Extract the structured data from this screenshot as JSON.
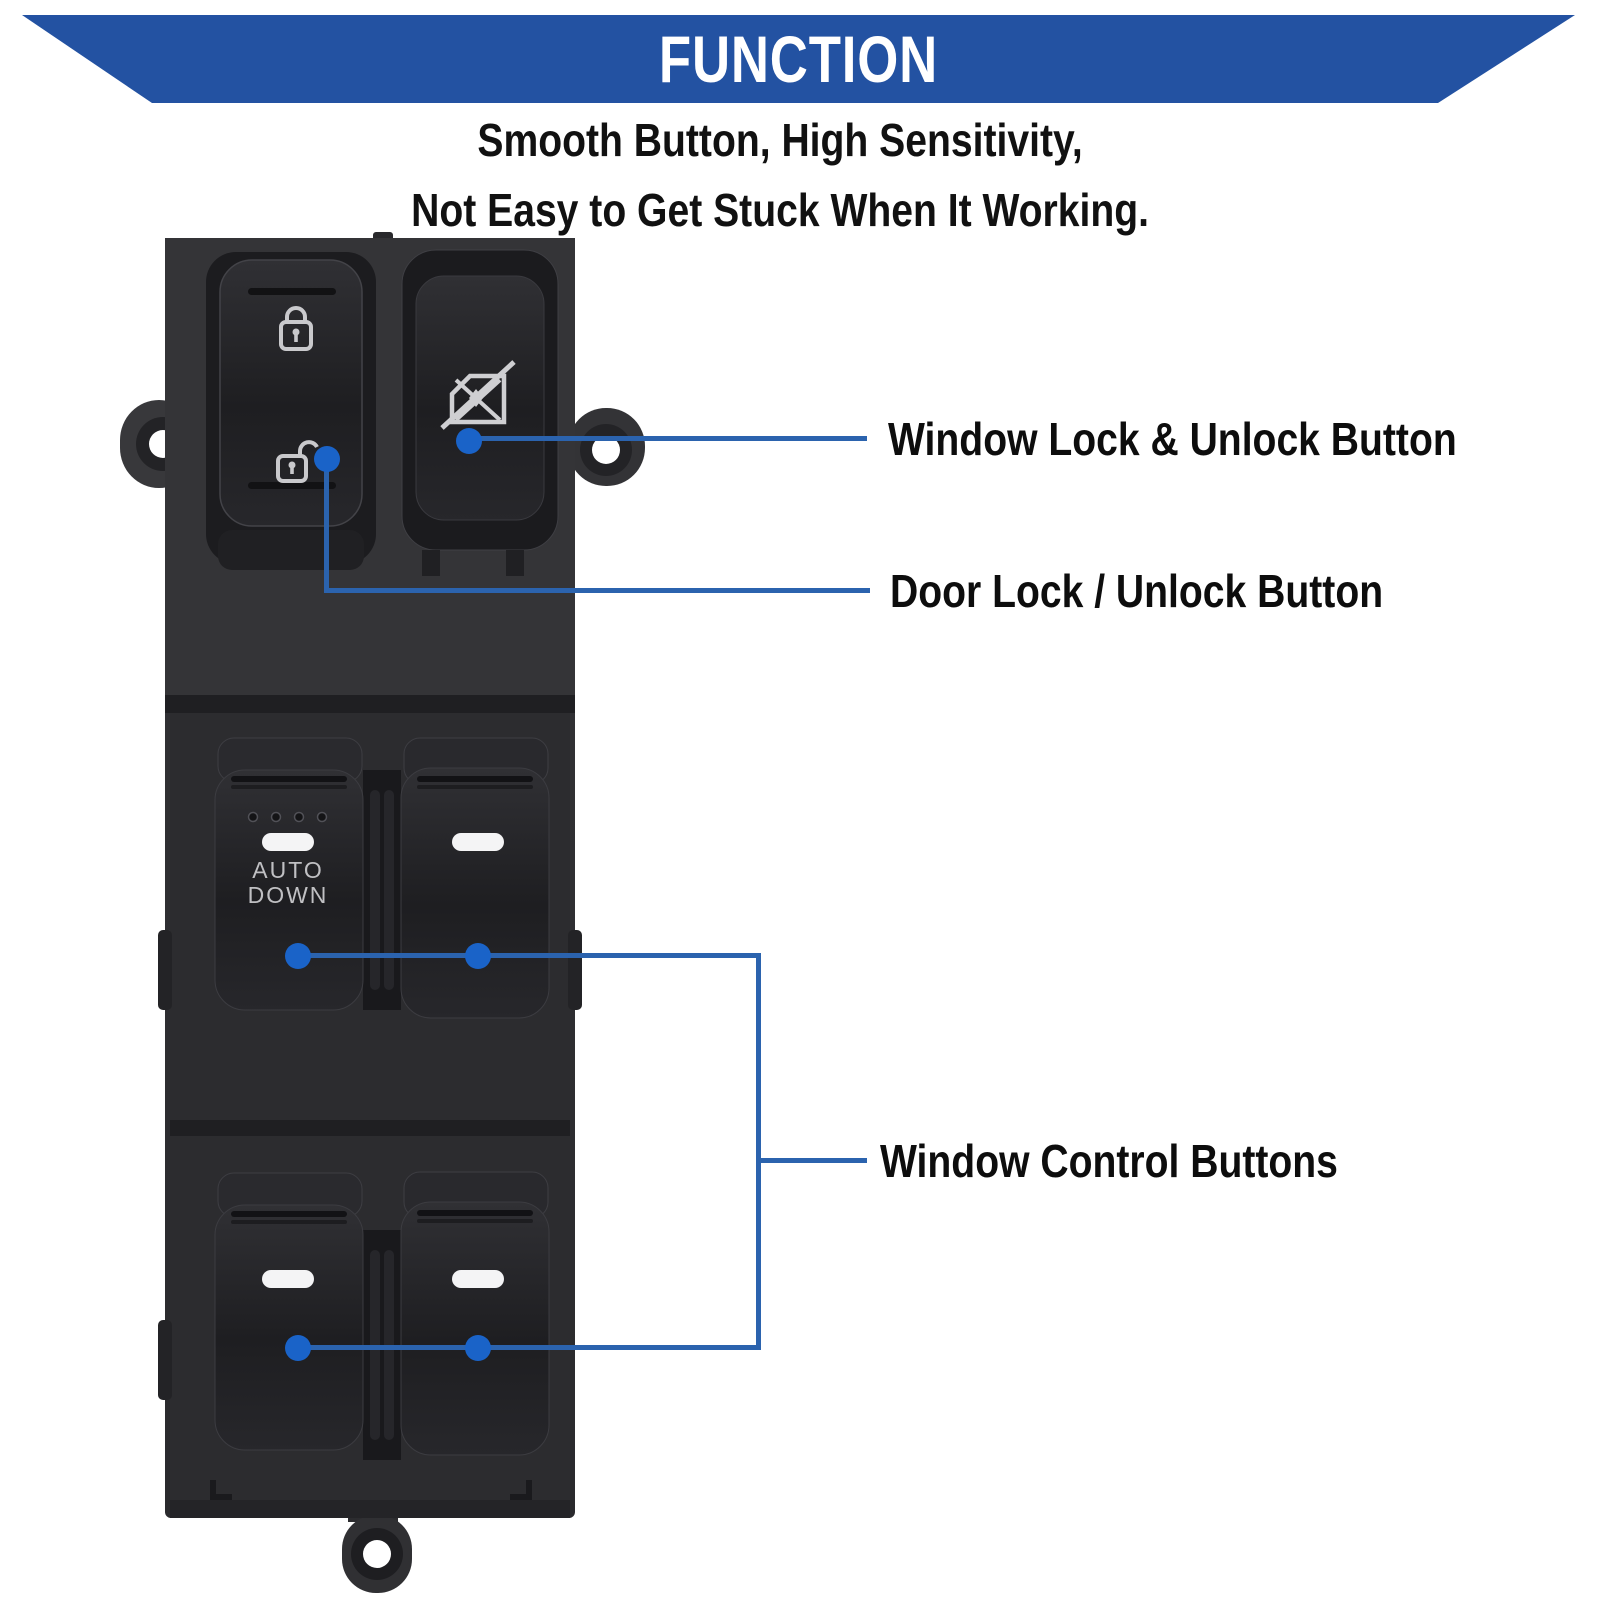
{
  "banner": {
    "title": "FUNCTION"
  },
  "subtitle": {
    "line1": "Smooth Button, High Sensitivity,",
    "line2": "Not Easy to Get Stuck When It Working."
  },
  "callouts": [
    {
      "id": "window-lock",
      "label": "Window Lock & Unlock Button"
    },
    {
      "id": "door-lock",
      "label": "Door Lock / Unlock Button"
    },
    {
      "id": "window-control",
      "label": "Window Control Buttons"
    }
  ],
  "product": {
    "auto_down_line1": "AUTO",
    "auto_down_line2": "DOWN"
  },
  "colors": {
    "banner-bg": "#2352a2",
    "line-blue": "#2b63ae",
    "dot-blue": "#1a63c8",
    "label-color": "#0d0d0d"
  }
}
